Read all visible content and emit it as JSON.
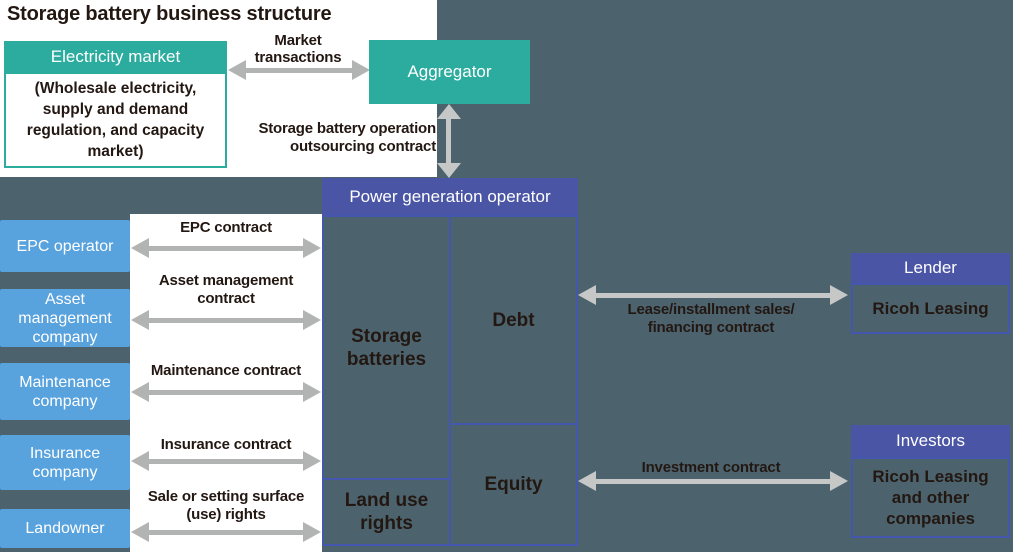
{
  "title": "Storage battery business structure",
  "colors": {
    "background": "#4C636E",
    "white_panel": "#FFFFFF",
    "teal": "#2BAC9E",
    "purple": "#4A55A5",
    "light_blue": "#58A2DD",
    "box_border_blue": "#4456AE",
    "arrow_gray_on_white": "#B2B3B3",
    "arrow_gray_on_dark": "#C6C8C8",
    "text_dark": "#231712",
    "text_white": "#FFFFFF"
  },
  "electricity_market": {
    "header": "Electricity market",
    "body": "(Wholesale electricity,\nsupply and demand\nregulation, and capacity\nmarket)"
  },
  "aggregator": {
    "label": "Aggregator"
  },
  "annotations": {
    "market_transactions": "Market\ntransactions",
    "outsourcing": "Storage battery operation\noutsourcing contract"
  },
  "power_generation_operator": {
    "header": "Power generation operator",
    "cells": {
      "storage_batteries": "Storage\nbatteries",
      "land_use_rights": "Land use\nrights",
      "debt": "Debt",
      "equity": "Equity"
    }
  },
  "left_entities": [
    {
      "label": "EPC operator",
      "contract": "EPC contract"
    },
    {
      "label": "Asset\nmanagement\ncompany",
      "contract": "Asset management\ncontract"
    },
    {
      "label": "Maintenance\ncompany",
      "contract": "Maintenance contract"
    },
    {
      "label": "Insurance\ncompany",
      "contract": "Insurance contract"
    },
    {
      "label": "Landowner",
      "contract": "Sale or setting surface\n(use) rights"
    }
  ],
  "lender": {
    "header": "Lender",
    "body": "Ricoh Leasing",
    "contract": "Lease/installment sales/\nfinancing contract"
  },
  "investors": {
    "header": "Investors",
    "body": "Ricoh Leasing\nand other\ncompanies",
    "contract": "Investment contract"
  }
}
